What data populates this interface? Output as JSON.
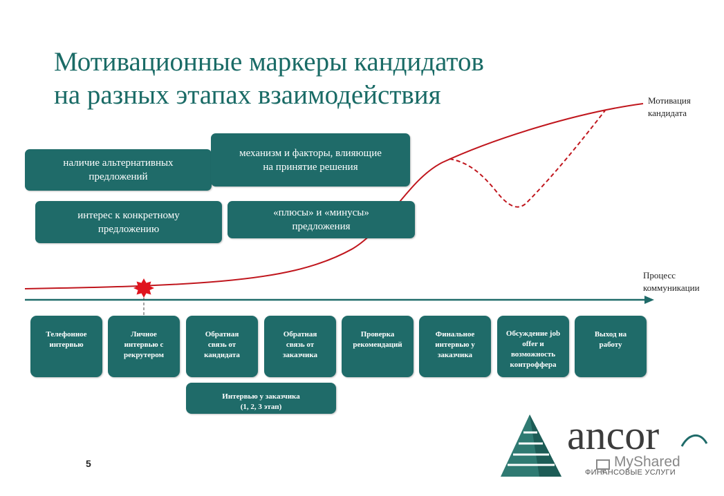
{
  "title": {
    "line1": "Мотивационные маркеры кандидатов",
    "line2": "на разных этапах взаимодействия"
  },
  "axes": {
    "motivation_label": "Мотивация\nкандидата",
    "process_label": "Процесс\nкоммуникации"
  },
  "markers": [
    {
      "label": "наличие альтернативных предложений"
    },
    {
      "label": "механизм и факторы, влияющие на принятие решения"
    },
    {
      "label": "интерес к конкретному предложению"
    },
    {
      "label": "«плюсы» и «минусы» предложения"
    }
  ],
  "stages": [
    {
      "label": "Телефонное интервью"
    },
    {
      "label": "Личное интервью с рекрутером"
    },
    {
      "label": "Обратная связь от кандидата"
    },
    {
      "label": "Обратная связь от заказчика"
    },
    {
      "label": "Проверка рекомендаций"
    },
    {
      "label": "Финальное интервью у заказчика"
    },
    {
      "label": "Обсуждение job offer и возможность контроффера"
    },
    {
      "label": "Выход на работу"
    }
  ],
  "sub_stage": {
    "label": "Интервью у заказчика\n(1, 2, 3 этап)"
  },
  "page_number": "5",
  "logo": {
    "word": "ancor",
    "subtitle": "ФИНАНСОВЫЕ УСЛУГИ"
  },
  "watermark": "MyShared",
  "colors": {
    "primary": "#1f6b69",
    "title": "#1a6b66",
    "curve": "#c0161d",
    "star": "#e0141e"
  }
}
